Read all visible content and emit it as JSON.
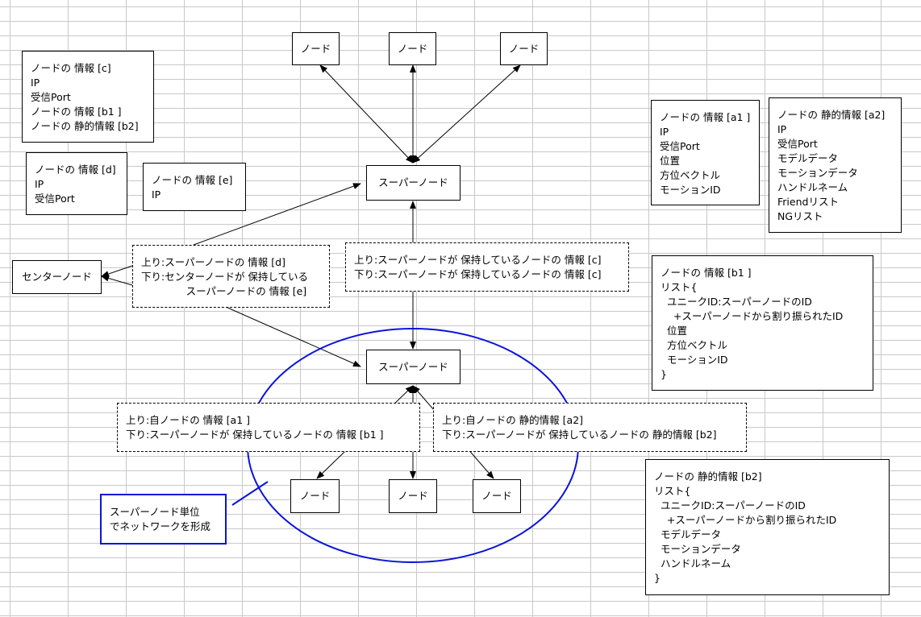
{
  "nodes": {
    "label": "ノード",
    "supernode": "スーパーノード",
    "center": "センターノード"
  },
  "info_c": [
    "ノードの 情報 [c]",
    "IP",
    "受信Port",
    "ノードの 情報 [b1 ]",
    "ノードの 静的情報 [b2]"
  ],
  "info_d": [
    "ノードの 情報 [d]",
    "IP",
    "受信Port"
  ],
  "info_e": [
    "ノードの 情報 [e]",
    "IP"
  ],
  "info_a1": [
    "ノードの 情報 [a1 ]",
    "IP",
    "受信Port",
    "位置",
    "方位ベクトル",
    "モーションID"
  ],
  "info_a2": [
    "ノードの 静的情報 [a2]",
    "IP",
    "受信Port",
    "モデルデータ",
    "モーションデータ",
    "ハンドルネーム",
    "Friendリスト",
    "NGリスト"
  ],
  "info_b1": [
    "ノードの 情報 [b1 ]",
    "リスト{",
    "  ユニークID:スーパーノードのID",
    "    +スーパーノードから割り振られたID",
    "  位置",
    "  方位ベクトル",
    "  モーションID",
    "}"
  ],
  "info_b2": [
    "ノードの 静的情報 [b2]",
    "リスト{",
    "  ユニークID:スーパーノードのID",
    "    +スーパーノードから割り振られたID",
    "  モデルデータ",
    "  モーションデータ",
    "  ハンドルネーム",
    "}"
  ],
  "flow_center": [
    "上り:スーパーノードの 情報 [d]",
    "下り:センターノードが 保持している",
    "              スーパーノードの 情報 [e]"
  ],
  "flow_super": [
    "上り:スーパーノードが 保持しているノードの 情報 [c]",
    "下り:スーパーノードが 保持しているノードの 情報 [c]"
  ],
  "flow_a1": [
    "上り:自ノードの 情報 [a1 ]",
    "下り:スーパーノードが 保持しているノードの 情報 [b1 ]"
  ],
  "flow_a2": [
    "上り:自ノードの 静的情報 [a2]",
    "下り:スーパーノードが 保持しているノードの 静的情報 [b2]"
  ],
  "note": [
    "スーパーノード単位",
    "でネットワークを形成"
  ],
  "colors": {
    "grid": "#c8c8c8",
    "ellipse": "#0a14d8",
    "line": "#000000"
  }
}
